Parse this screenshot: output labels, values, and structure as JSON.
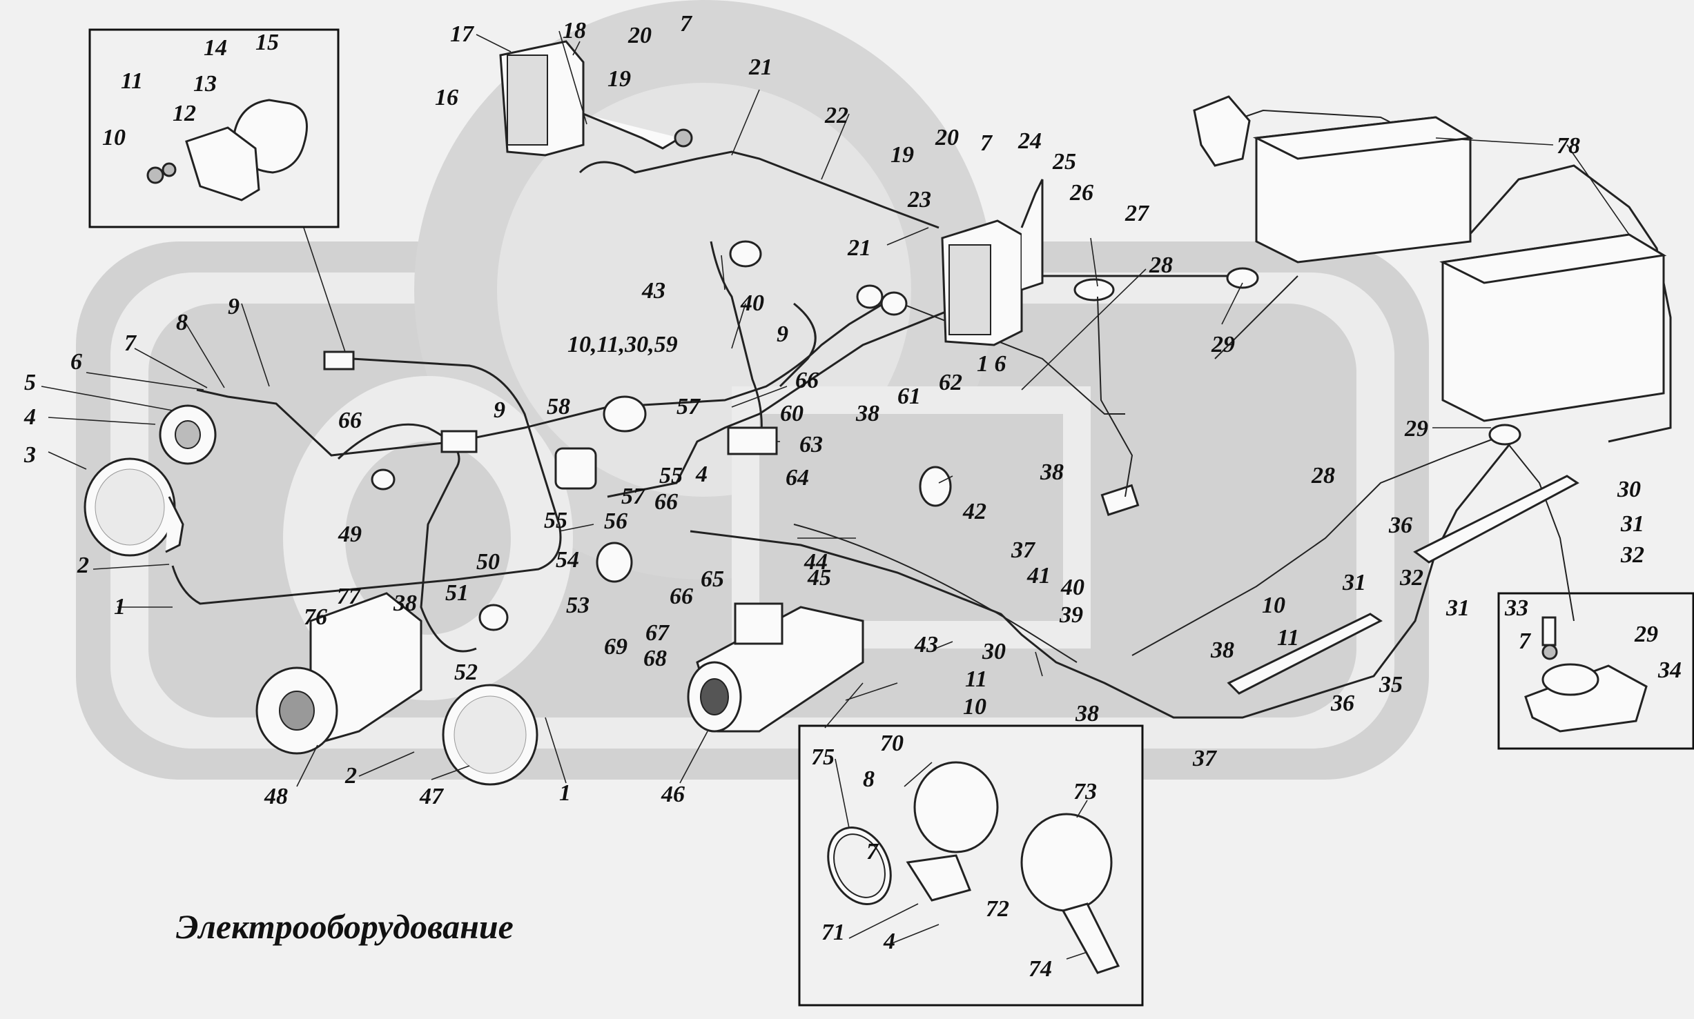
{
  "caption": "Электрооборудование",
  "labels": {
    "n1a": "1",
    "n1b": "1",
    "n2a": "2",
    "n2b": "2",
    "n3": "3",
    "n4a": "4",
    "n4b": "4",
    "n4c": "4",
    "n5": "5",
    "n6": "6",
    "n7a": "7",
    "n7b": "7",
    "n7c": "7",
    "n7d": "7",
    "n7e": "7",
    "n8a": "8",
    "n8b": "8",
    "n9a": "9",
    "n9b": "9",
    "n9c": "9",
    "n10a": "10",
    "n10b": "10",
    "n10c": "10",
    "n11a": "11",
    "n11b": "11",
    "n11c": "11",
    "n12": "12",
    "n13": "13",
    "n14": "14",
    "n15": "15",
    "n16a": "16",
    "n16b": "1 6",
    "n17": "17",
    "n18": "18",
    "n19a": "19",
    "n19b": "19",
    "n20a": "20",
    "n20b": "20",
    "n21a": "21",
    "n21b": "21",
    "n22": "22",
    "n23": "23",
    "n24": "24",
    "n25": "25",
    "n26": "26",
    "n27": "27",
    "n28a": "28",
    "n28b": "28",
    "n29a": "29",
    "n29b": "29",
    "n29c": "29",
    "n30a": "30",
    "n30b": "30",
    "n31a": "31",
    "n31b": "31",
    "n31c": "31",
    "n32a": "32",
    "n32b": "32",
    "n33": "33",
    "n34": "34",
    "n35": "35",
    "n36a": "36",
    "n36b": "36",
    "n37a": "37",
    "n37b": "37",
    "n38a": "38",
    "n38b": "38",
    "n38c": "38",
    "n38d": "38",
    "n38e": "38",
    "n39": "39",
    "n40a": "40",
    "n40b": "40",
    "n41": "41",
    "n42": "42",
    "n43a": "43",
    "n43b": "43",
    "n44": "44",
    "n45": "45",
    "n46": "46",
    "n47": "47",
    "n48": "48",
    "n49": "49",
    "n50": "50",
    "n51": "51",
    "n52": "52",
    "n53": "53",
    "n54": "54",
    "n55a": "55",
    "n55b": "55",
    "n56": "56",
    "n57a": "57",
    "n57b": "57",
    "n58": "58",
    "n60": "60",
    "n61": "61",
    "n62": "62",
    "n63": "63",
    "n64": "64",
    "n65": "65",
    "n66a": "66",
    "n66b": "66",
    "n66c": "66",
    "n66d": "66",
    "n67": "67",
    "n68": "68",
    "n69": "69",
    "n70": "70",
    "n71": "71",
    "n72": "72",
    "n73": "73",
    "n74": "74",
    "n75": "75",
    "n76": "76",
    "n77": "77",
    "n78": "78",
    "n10113059": "10,11,30,59"
  },
  "colors": {
    "watermark": "#cfcfcf",
    "watermark_light": "#e2e2e2",
    "ink": "#222222",
    "paper": "#f1f1f1"
  }
}
